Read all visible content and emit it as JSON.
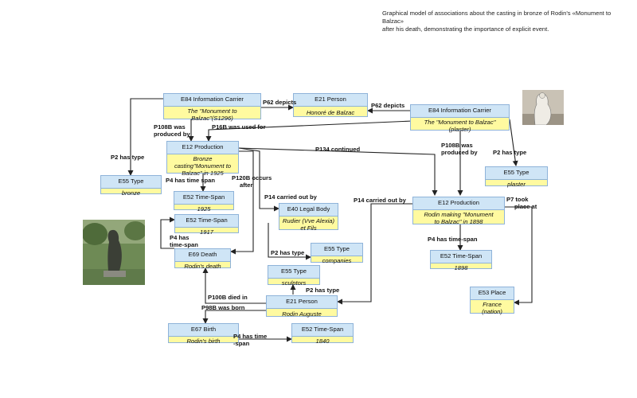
{
  "caption": {
    "line1": "Graphical model of associations about the casting in bronze of Rodin's «Monument to Balzac»",
    "line2": "after his death, demonstrating the importance of explicit event."
  },
  "nodes": {
    "carrier1": {
      "type": "E84 Information Carrier",
      "value1": "The \"Monument to",
      "value2": "Balzac\"(S1296)"
    },
    "person_balzac": {
      "type": "E21 Person",
      "value1": "Honoré de Balzac"
    },
    "carrier2": {
      "type": "E84 Information Carrier",
      "value1": "The \"Monument to Balzac\"",
      "value2": "(plaster)"
    },
    "production1": {
      "type": "E12 Production",
      "value1": "Bronze",
      "value2": "casting\"Monument to",
      "value3": "Balzac\" in 1925"
    },
    "type_bronze": {
      "type": "E55 Type",
      "value1": "bronze"
    },
    "type_plaster": {
      "type": "E55 Type",
      "value1": "plaster"
    },
    "timespan_1925": {
      "type": "E52 Time-Span",
      "value1": "1925"
    },
    "legal_body": {
      "type": "E40 Legal Body",
      "value1": "Rudier (Vve Alexia)",
      "value2": "et Fils"
    },
    "production2": {
      "type": "E12 Production",
      "value1": "Rodin making \"Monument",
      "value2": "to Balzac\" in 1898"
    },
    "timespan_1917": {
      "type": "E52 Time-Span",
      "value1": "1917"
    },
    "type_companies": {
      "type": "E55 Type",
      "value1": "companies"
    },
    "death": {
      "type": "E69 Death",
      "value1": "Rodin's death"
    },
    "timespan_1898": {
      "type": "E52 Time-Span",
      "value1": "1898"
    },
    "type_sculptors": {
      "type": "E55 Type",
      "value1": "sculptors"
    },
    "place": {
      "type": "E53 Place",
      "value1": "France",
      "value2": "(nation)"
    },
    "person_rodin": {
      "type": "E21 Person",
      "value1": "Rodin Auguste"
    },
    "birth": {
      "type": "E67 Birth",
      "value1": "Rodin's birth"
    },
    "timespan_1840": {
      "type": "E52 Time-Span",
      "value1": "1840"
    }
  },
  "labels": {
    "p62_a": "P62 depicts",
    "p62_b": "P62 depicts",
    "p108b_a1": "P108B  was",
    "p108b_a2": "produced by",
    "p16b": "P16B  was used for",
    "p134": "P134 continued",
    "p108b_b1": "P108B  was",
    "p108b_b2": "produced by",
    "p2_a": "P2 has type",
    "p2_b": "P2 has type",
    "p4_a": "P4 has time span",
    "p120b1": "P120B occurs",
    "p120b2": "after",
    "p14_a": "P14 carried out  by",
    "p14_b": "P14 carried out by",
    "p7_1": "P7 took",
    "p7_2": "place at",
    "p4_b1": "P4 has",
    "p4_b2": "time-span",
    "p2_c": "P2 has type",
    "p4_c": "P4 has time-span",
    "p2_d": "P2 has type",
    "p100b": "P100B  died in",
    "p98b": "P98B was born",
    "p4_d1": "P4 has time",
    "p4_d2": "-span"
  }
}
